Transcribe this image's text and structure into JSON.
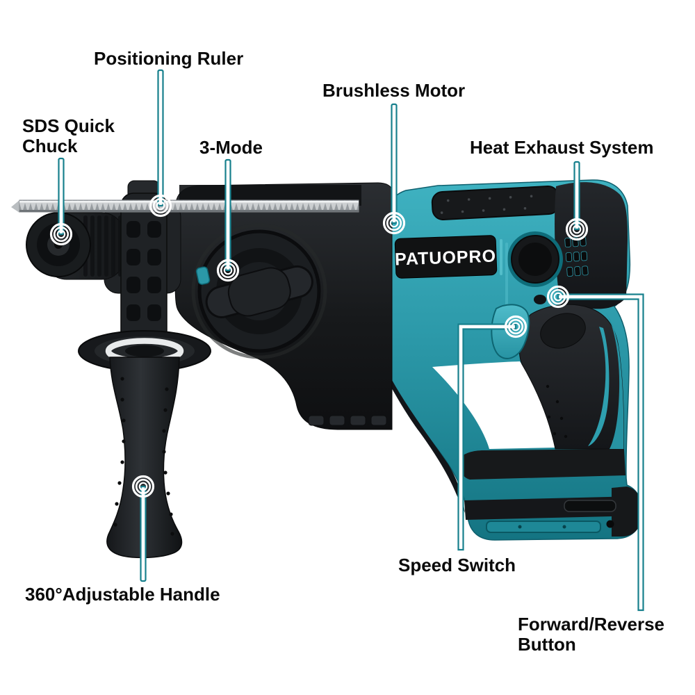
{
  "product_diagram": {
    "title": "Rotary hammer drill annotated product diagram",
    "brand": "PATUOPRO",
    "labels": {
      "positioning_ruler": "Positioning Ruler",
      "brushless_motor": "Brushless Motor",
      "sds_quick_chuck": "SDS Quick\nChuck",
      "three_mode": "3-Mode",
      "heat_exhaust": "Heat Exhaust System",
      "speed_switch": "Speed Switch",
      "adjustable_handle": "360°Adjustable Handle",
      "forward_reverse": "Forward/Reverse\nButton"
    },
    "colors": {
      "background": "#FFFFFF",
      "body_teal": "#2B98A8",
      "body_teal_light": "#3FB2C1",
      "body_teal_dark": "#147482",
      "callout_line": "#17808D",
      "callout_ring": "#FFFFFF",
      "housing_black": "#17191B",
      "label_text": "#0A0A0A",
      "brand_text": "#FFFFFF",
      "ruler_silver": "#C9CCCE"
    }
  }
}
